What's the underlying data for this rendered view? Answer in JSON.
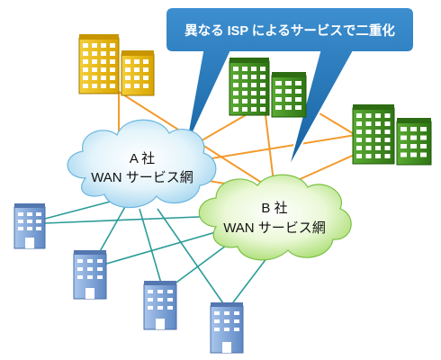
{
  "callout": {
    "text": "異なる ISP によるサービスで二重化"
  },
  "cloud_a": {
    "line1": "A 社",
    "line2": "WAN サービス網"
  },
  "cloud_b": {
    "line1": "B 社",
    "line2": "WAN サービス網"
  },
  "colors": {
    "callout_fill": "#1a6fb6",
    "callout_text": "#ffffff",
    "orange_link": "#f39a2c",
    "teal_link": "#2a9c98",
    "cloud_a_fill": "#cde9f6",
    "cloud_b_fill": "#d6f2b4",
    "hq_building": "#e8b400",
    "green_building": "#3f8f1f",
    "blue_building": "#7fa6d8"
  },
  "icons": {
    "hq": "yellow-office-building-icon",
    "datacenter": "green-office-building-icon",
    "branch": "blue-office-building-icon"
  }
}
